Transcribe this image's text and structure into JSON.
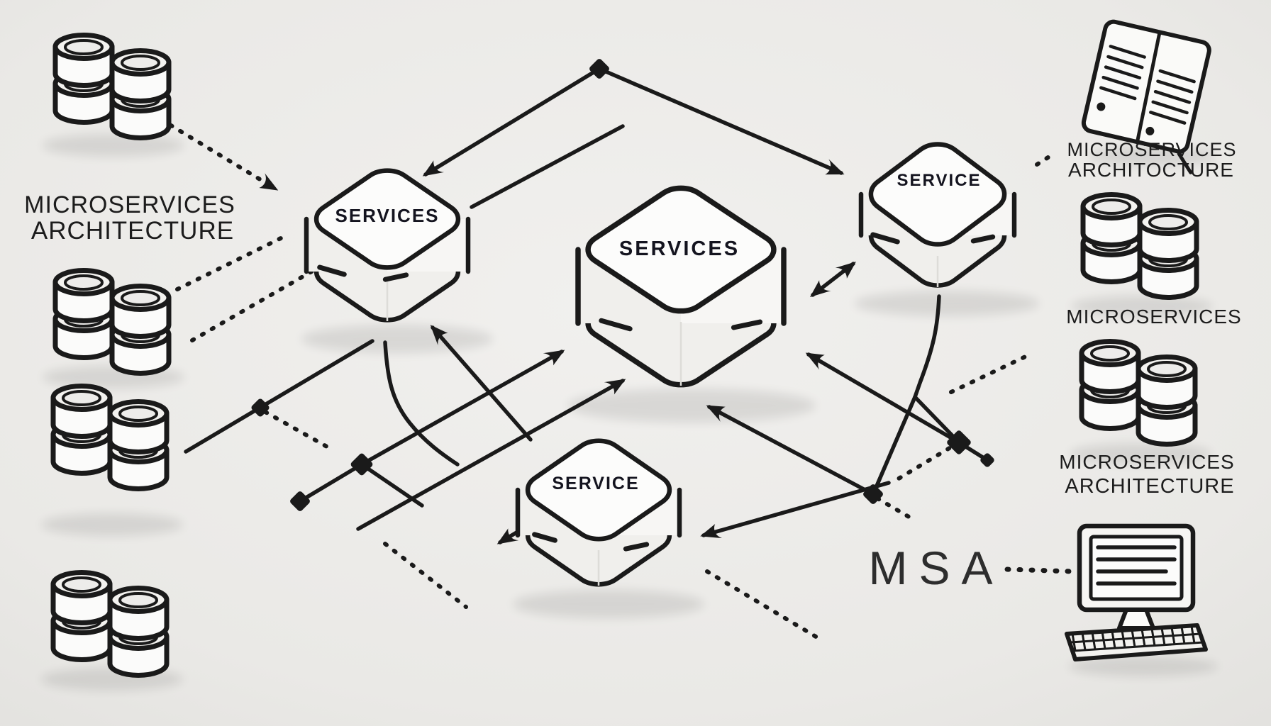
{
  "colors": {
    "background_center": "#f1f0ee",
    "background_edge": "#e2e1de",
    "ink": "#1a1a1a",
    "box_top_face": "#fcfcfb",
    "box_side_face": "#f0efec",
    "cylinder_face": "#fbfbfa",
    "cylinder_top": "#f3f2ef",
    "text_dark": "#1c1c1c",
    "label_navy": "#14141f",
    "msa_gray": "#2d2d2d"
  },
  "boxes": [
    {
      "label": "SERVICES"
    },
    {
      "label": "SERVICES"
    },
    {
      "label": "SERVICE"
    },
    {
      "label": "SERVICE"
    }
  ],
  "left_caption": {
    "line1": "MICROSERVICES",
    "line2": "ARCHITECTURE"
  },
  "right_captions": {
    "top_line1": "MICROSERVICES",
    "top_line2": "ARCHITOCTURE",
    "middle": "MICROSERVICES",
    "bottom_line1": "MICROSERVICES",
    "bottom_line2": "ARCHITECTURE"
  },
  "msa_label": "MSA",
  "icons": [
    "database-stack-icon",
    "open-book-icon",
    "monitor-icon",
    "keyboard-icon",
    "arrowhead-icon",
    "diamond-node-icon",
    "square-node-icon"
  ]
}
